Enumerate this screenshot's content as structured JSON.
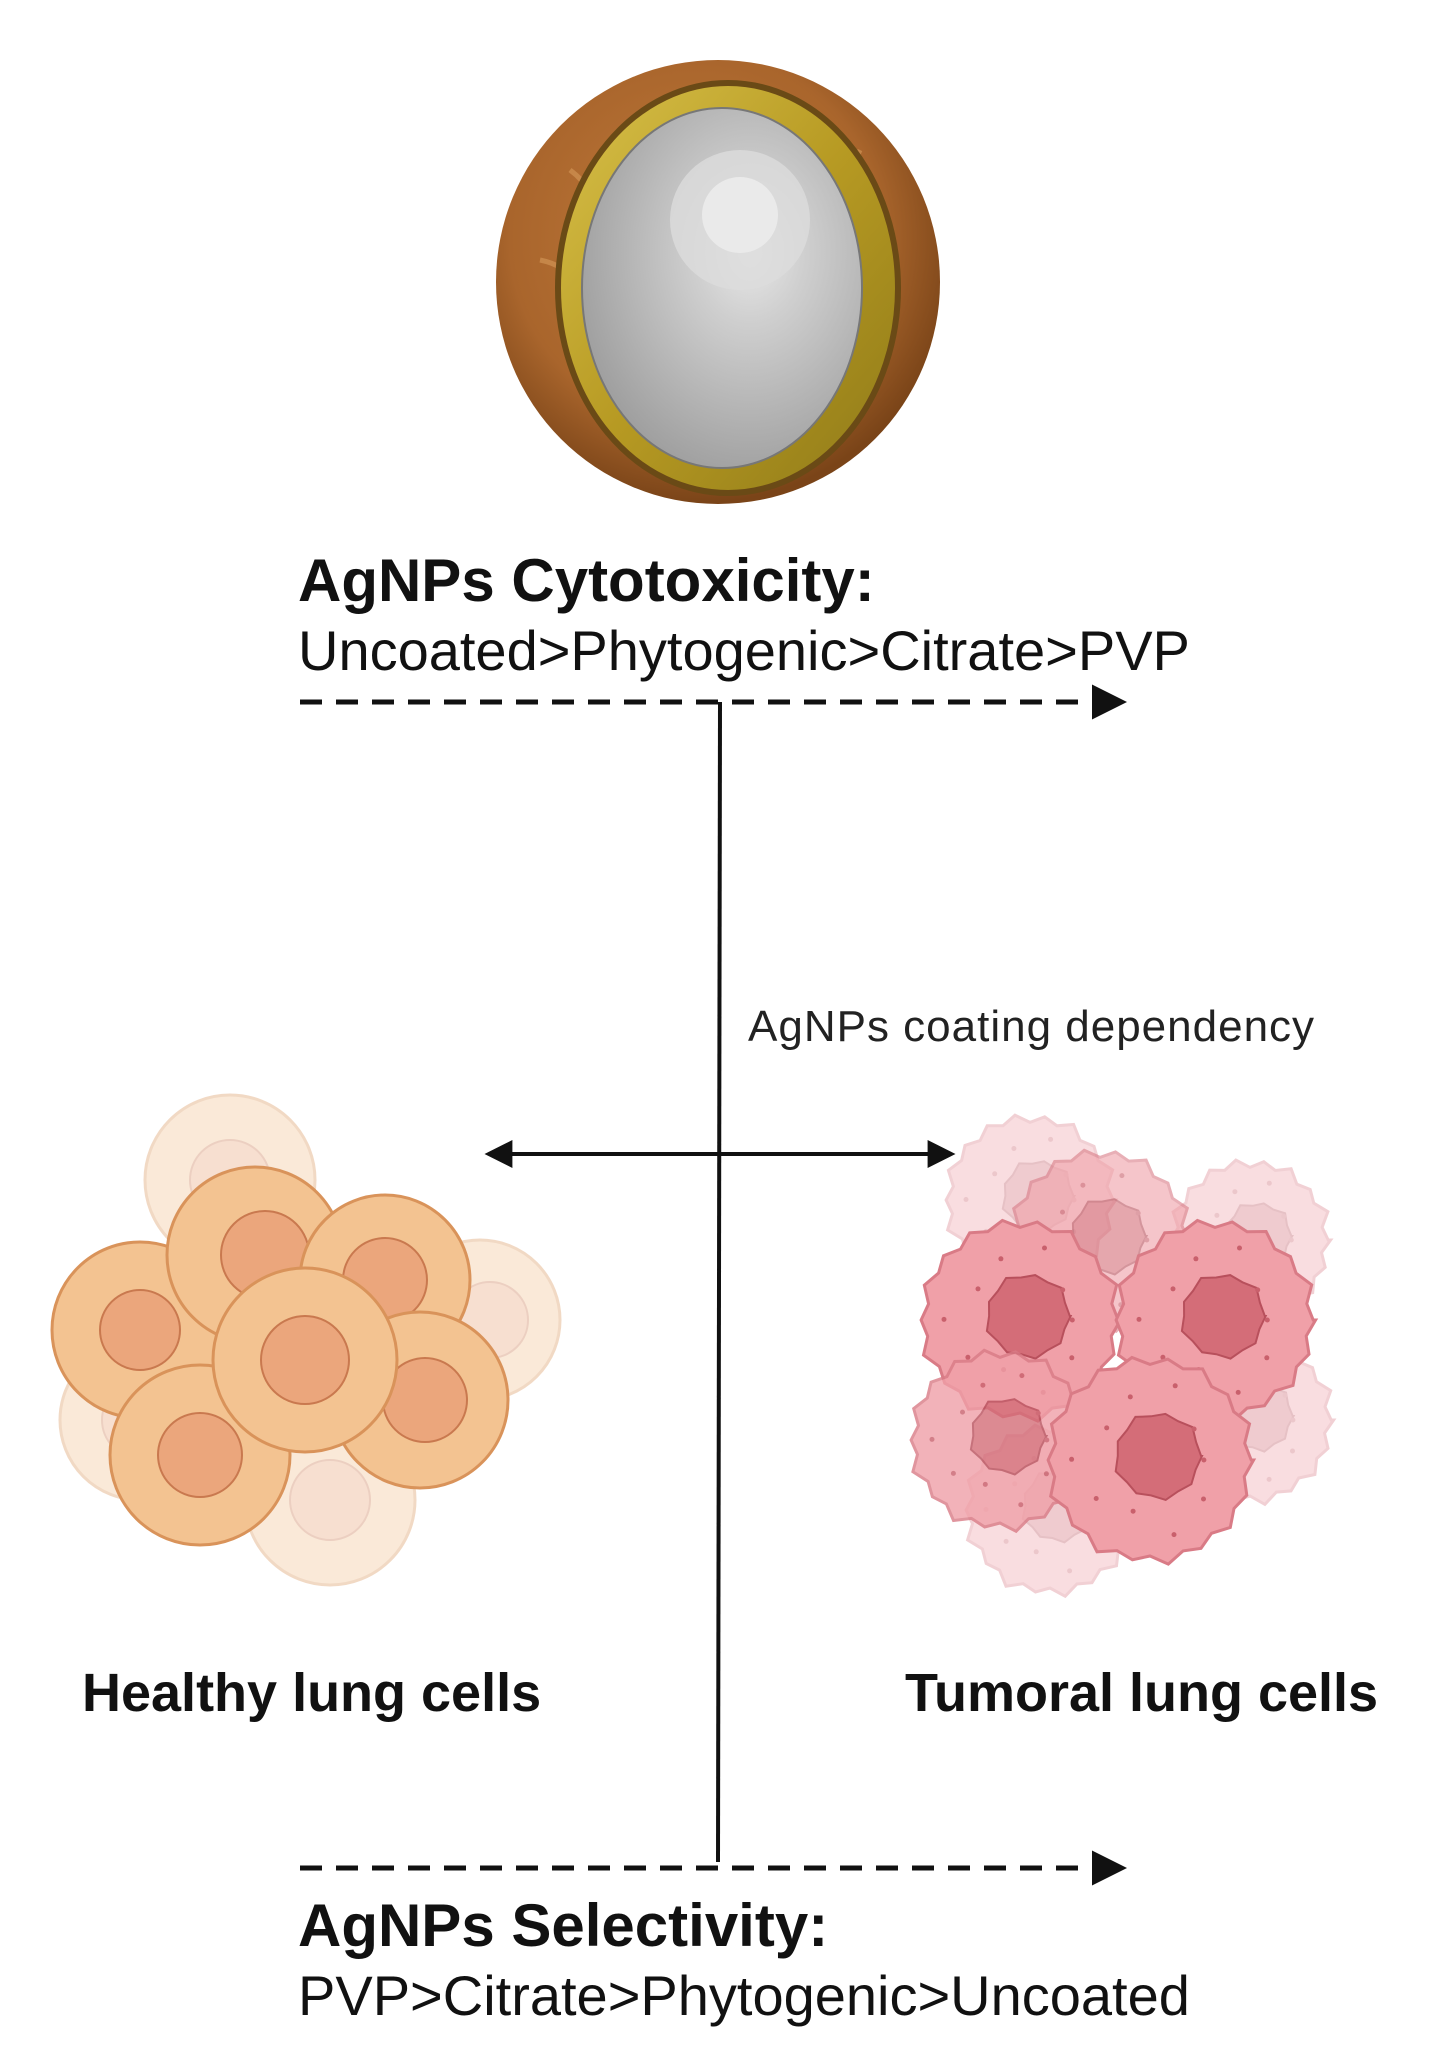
{
  "cytotoxicity": {
    "title": "AgNPs Cytotoxicity:",
    "order": "Uncoated>Phytogenic>Citrate>PVP"
  },
  "axis": {
    "label": "AgNPs coating dependency"
  },
  "cells": {
    "healthy_label": "Healthy lung cells",
    "tumoral_label": "Tumoral lung cells"
  },
  "selectivity": {
    "title": "AgNPs Selectivity:",
    "order": "PVP>Citrate>Phytogenic>Uncoated"
  },
  "colors": {
    "healthy_cell": "#f3c391",
    "healthy_nucleus": "#eba67c",
    "tumoral_cell": "#f0a0a8",
    "tumoral_nucleus": "#d46d78",
    "nanoparticle_core": "#b9b9b9",
    "nanoparticle_coating": "#c2a62a",
    "nanoparticle_shell": "#a9652c",
    "line": "#111111"
  },
  "icons": {
    "nanoparticle": "silver-nanoparticle-icon",
    "healthy": "healthy-cell-cluster-icon",
    "tumoral": "tumoral-cell-cluster-icon"
  }
}
